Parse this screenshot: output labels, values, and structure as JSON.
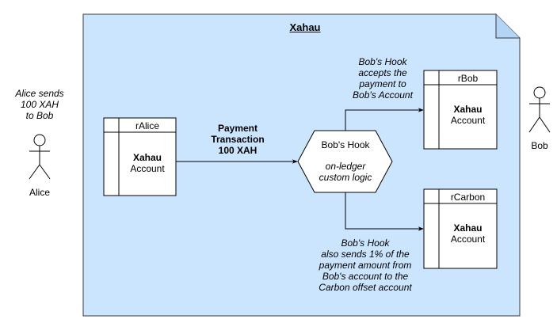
{
  "container": {
    "title": "Xahau",
    "fill": "#cce5ff",
    "stroke": "#36393d"
  },
  "actors": {
    "alice": {
      "label": "Alice",
      "note": [
        "Alice sends",
        "100 XAH",
        "to Bob"
      ]
    },
    "bob": {
      "label": "Bob"
    }
  },
  "accounts": {
    "alice": {
      "header": "rAlice",
      "title": "Xahau",
      "subtitle": "Account"
    },
    "bob": {
      "header": "rBob",
      "title": "Xahau",
      "subtitle": "Account"
    },
    "carbon": {
      "header": "rCarbon",
      "title": "Xahau",
      "subtitle": "Account"
    }
  },
  "hook": {
    "title": "Bob's Hook",
    "desc": [
      "on-ledger",
      "custom logic"
    ]
  },
  "edges": {
    "payment": [
      "Payment",
      "Transaction",
      "100 XAH"
    ],
    "accept": [
      "Bob's Hook",
      "accepts the",
      "payment to",
      "Bob's Account"
    ],
    "carbon": [
      "Bob's Hook",
      "also sends 1% of the",
      "payment amount from",
      "Bob's account to the",
      "Carbon offset account"
    ]
  }
}
